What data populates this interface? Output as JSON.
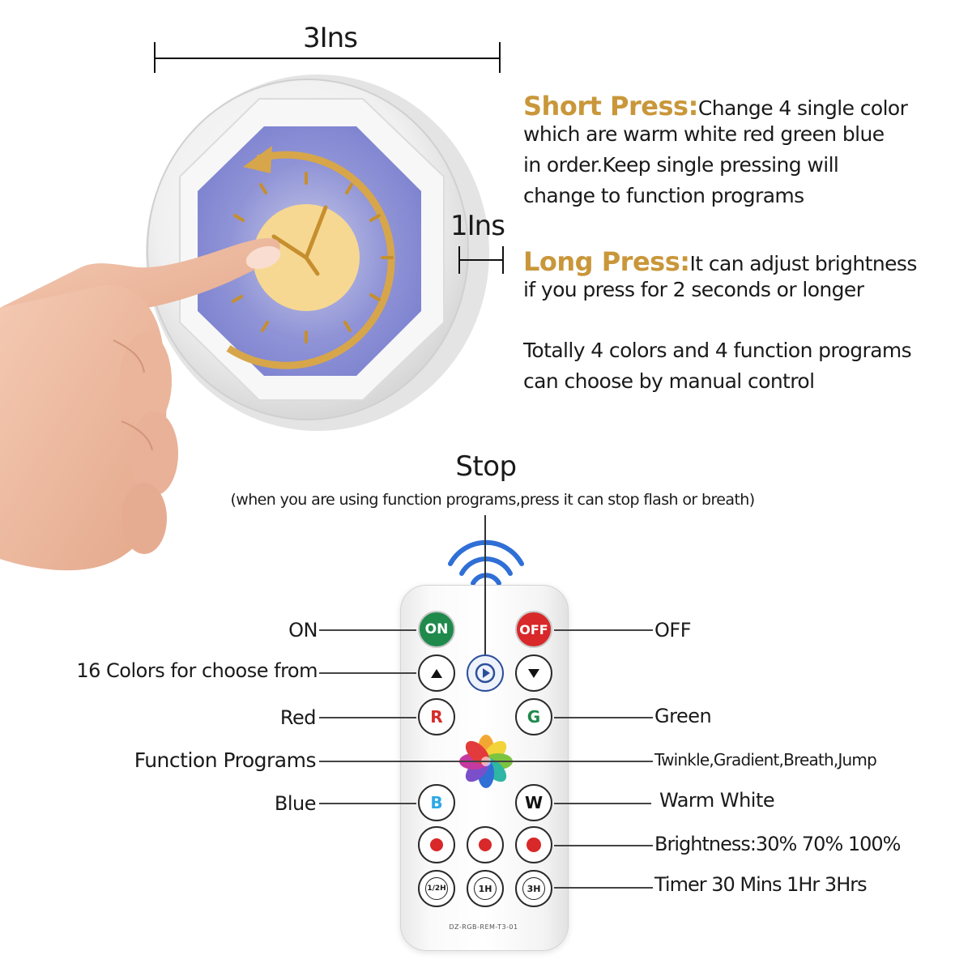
{
  "dimensions": {
    "width_label": "3Ins",
    "height_label": "1Ins"
  },
  "short_press": {
    "title": "Short Press:",
    "line1": "Change 4 single color",
    "line2": "which are warm white red green blue",
    "line3": "in order.Keep single pressing will",
    "line4": "change to function programs"
  },
  "long_press": {
    "title": "Long Press:",
    "line1": "It can adjust brightness",
    "line2": "if you press for 2 seconds or longer"
  },
  "summary": {
    "line1": "Totally 4 colors and 4 function programs",
    "line2": "can choose by manual control"
  },
  "stop": {
    "title": "Stop",
    "subtitle": "(when you are using function programs,press it can stop flash or breath)"
  },
  "labels": {
    "on": "ON",
    "colors": "16 Colors for choose from",
    "red": "Red",
    "function": "Function Programs",
    "blue": "Blue",
    "off": "OFF",
    "green": "Green",
    "modes": "Twinkle,Gradient,Breath,Jump",
    "warm": "Warm White",
    "brightness": "Brightness:30% 70% 100%",
    "timer": "Timer 30 Mins 1Hr 3Hrs"
  },
  "remote": {
    "on": "ON",
    "off": "OFF",
    "red": "R",
    "green": "G",
    "blue": "B",
    "warm": "W",
    "t1": "1/2H",
    "t2": "1H",
    "t3": "3H",
    "model": "DZ-RGB-REM-T3-01"
  },
  "colors": {
    "accent_gold": "#c9973a",
    "on_green": "#1f8a4c",
    "off_red": "#d8282a",
    "signal_blue": "#2f6fd6"
  }
}
